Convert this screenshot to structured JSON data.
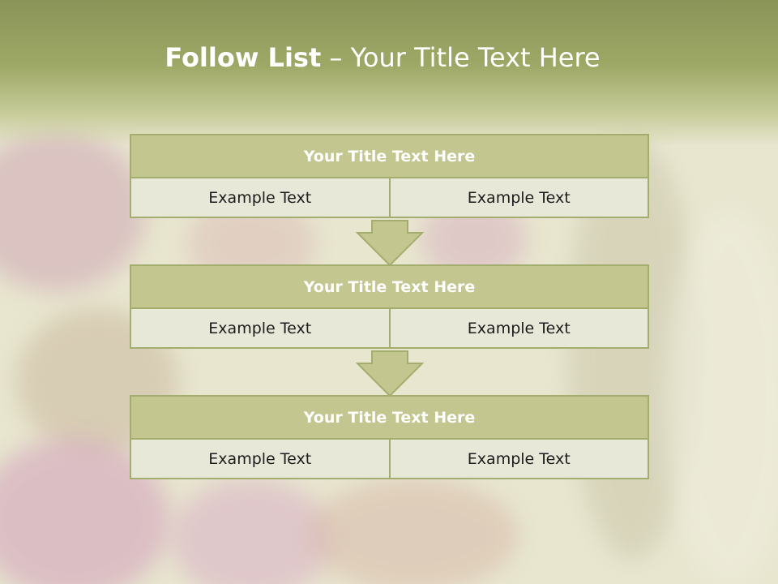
{
  "slide": {
    "title_bold": "Follow List",
    "title_rest": " – Your Title Text Here"
  },
  "blocks": [
    {
      "title": "Your Title Text Here",
      "left": "Example Text",
      "right": "Example Text"
    },
    {
      "title": "Your Title Text Here",
      "left": "Example Text",
      "right": "Example Text"
    },
    {
      "title": "Your Title Text Here",
      "left": "Example Text",
      "right": "Example Text"
    }
  ],
  "colors": {
    "header_band": "#9ea866",
    "box_fill": "#c3c68f",
    "box_border": "#a3ad6d",
    "cell_fill": "#e7e8d8"
  }
}
